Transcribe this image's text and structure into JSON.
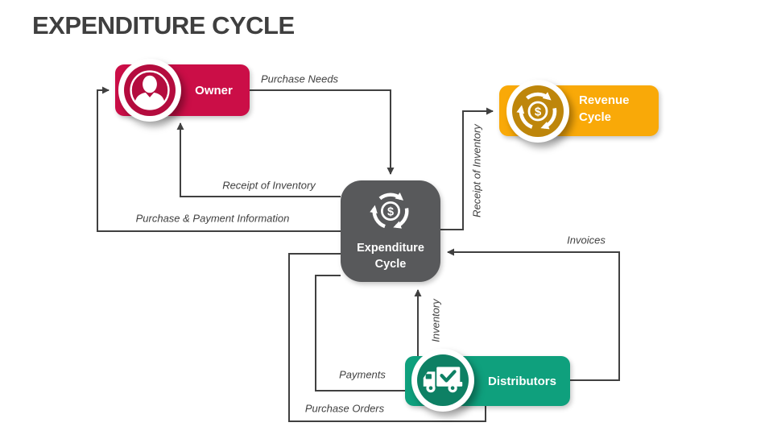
{
  "title": "EXPENDITURE CYCLE",
  "nodes": {
    "owner": {
      "label": "Owner",
      "icon": "person"
    },
    "revenue_cycle": {
      "lines": [
        "Revenue",
        "Cycle"
      ],
      "icon": "dollar-cycle"
    },
    "expenditure_cycle": {
      "lines": [
        "Expenditure",
        "Cycle"
      ],
      "icon": "dollar-cycle"
    },
    "distributors": {
      "label": "Distributors",
      "icon": "delivery-truck"
    }
  },
  "edge_labels": {
    "purchase_needs": "Purchase Needs",
    "receipt_of_inventory_to_owner": "Receipt of Inventory",
    "purchase_payment_information": "Purchase & Payment Information",
    "receipt_of_inventory_to_revenue": "Receipt of Inventory",
    "invoices": "Invoices",
    "inventory": "Inventory",
    "payments": "Payments",
    "purchase_orders": "Purchase Orders"
  },
  "colors": {
    "owner_box": "#CB0E47",
    "revenue_box": "#F9A908",
    "expenditure_box": "#58595B",
    "distributors_box": "#0FA07D",
    "connector_line": "#404040",
    "title_text": "#3F3F3F"
  }
}
